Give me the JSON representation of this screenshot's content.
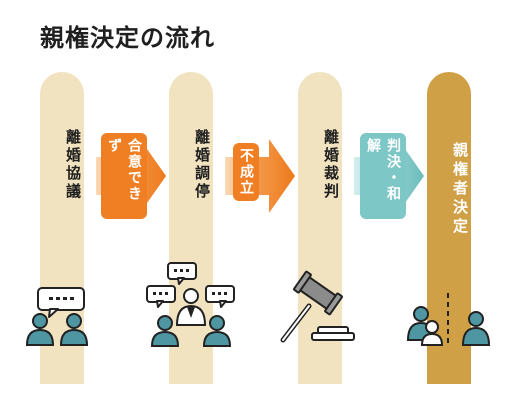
{
  "title": "親権決定の流れ",
  "steps": [
    {
      "label": "離婚協議"
    },
    {
      "label": "離婚調停"
    },
    {
      "label": "離婚裁判"
    },
    {
      "label": "親権者決定"
    }
  ],
  "arrows": [
    {
      "label": "合意できず",
      "color": "#ef7f22"
    },
    {
      "label": "不成立",
      "color": "#ef7f22"
    },
    {
      "label": "判決・和解",
      "color": "#7ec7c7"
    }
  ],
  "colors": {
    "column": "#f1e3c0",
    "final_column": "#d0a046",
    "person": "#4f96a3",
    "orange": "#ef7f22",
    "teal": "#7ec7c7"
  }
}
